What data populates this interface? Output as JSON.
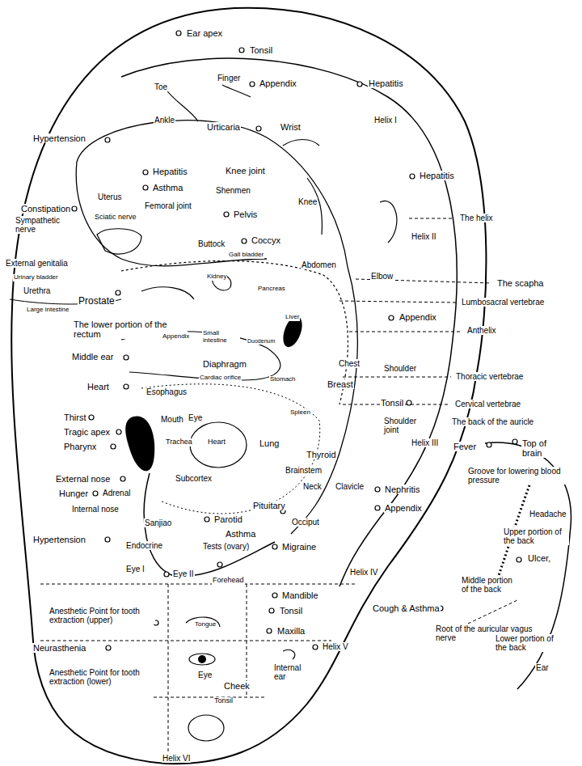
{
  "diagram": {
    "labels": [
      "Ear apex",
      "Tonsil",
      "Finger",
      "Appendix",
      "Hepatitis",
      "Toe",
      "Ankle",
      "Urticaria",
      "Wrist",
      "Helix I",
      "Hypertension",
      "Hepatitis",
      "Knee joint",
      "Hepatitis",
      "Asthma",
      "Shenmen",
      "Uterus",
      "Femoral joint",
      "Knee",
      "Constipation",
      "Sympathetic nerve",
      "Sciatic nerve",
      "Pelvis",
      "The helix",
      "Helix II",
      "Buttock",
      "Coccyx",
      "External genitalia",
      "Gall bladder",
      "Kidney",
      "Abdomen",
      "Elbow",
      "The scapha",
      "Urinary bladder",
      "Pancreas",
      "Lumbosacral vertebrae",
      "Urethra",
      "Prostate",
      "Large intestine",
      "Appendix",
      "The lower portion of the rectum",
      "Anthelix",
      "Appendix",
      "Small intestine",
      "Duodenum",
      "Liver",
      "Middle ear",
      "Diaphragm",
      "Chest",
      "Shoulder",
      "Thoracic vertebrae",
      "Heart",
      "Cardiac orifice",
      "Stomach",
      "Breast",
      "Esophagus",
      "Tonsil",
      "Cervical vertebrae",
      "Thirst",
      "Mouth",
      "Eye",
      "Spleen",
      "Shoulder joint",
      "Helix III",
      "The back of the auricle",
      "Tragic apex",
      "Trachea",
      "Heart",
      "Lung",
      "Pharynx",
      "Thyroid",
      "Fever",
      "Top of brain",
      "Brainstem",
      "Groove for lowering blood pressure",
      "Subcortex",
      "External nose",
      "Neck",
      "Clavicle",
      "Nephritis",
      "Hunger",
      "Adrenal",
      "Headache",
      "Appendix",
      "Internal nose",
      "Pituitary",
      "Sanjiao",
      "Parotid",
      "Occiput",
      "Upper portion of the back",
      "Asthma",
      "Hypertension",
      "Tests (ovary)",
      "Endocrine",
      "Migraine",
      "Ulcer,",
      "Helix IV",
      "Forehead",
      "Eye I",
      "Eye II",
      "Middle portion of the back",
      "Mandible",
      "Anesthetic Point for tooth extraction (upper)",
      "Tonsil",
      "Tongue",
      "Cough & Asthma",
      "Maxilla",
      "Root of the auricular vagus nerve",
      "Neurasthenia",
      "Helix V",
      "Lower portion of the back",
      "Eye",
      "Internal ear",
      "Anesthetic Point for tooth extraction (lower)",
      "Ear",
      "Cheek",
      "Tonsil",
      "Helix VI"
    ]
  }
}
